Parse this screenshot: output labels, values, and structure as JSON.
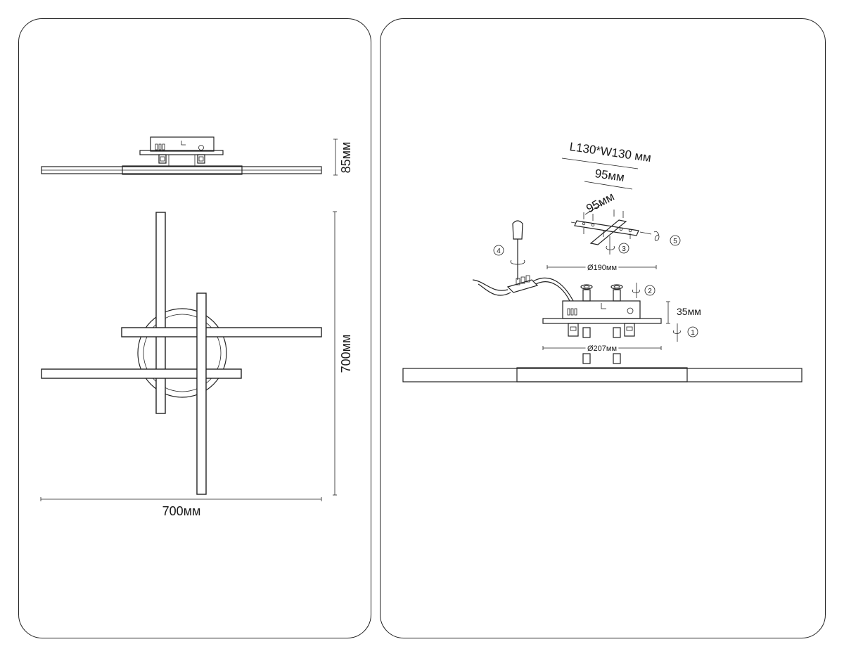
{
  "left_panel": {
    "side_view": {
      "height_label": "85мм"
    },
    "top_view": {
      "height_label": "700мм",
      "width_label": "700мм"
    }
  },
  "right_panel": {
    "bracket_size_label": "L130*W130 мм",
    "bracket_span_a_label": "95мм",
    "bracket_span_b_label": "95мм",
    "inner_diameter_label": "Ø190мм",
    "outer_diameter_label": "Ø207мм",
    "base_height_label": "35мм",
    "steps": [
      "1",
      "2",
      "3",
      "4",
      "5"
    ]
  }
}
